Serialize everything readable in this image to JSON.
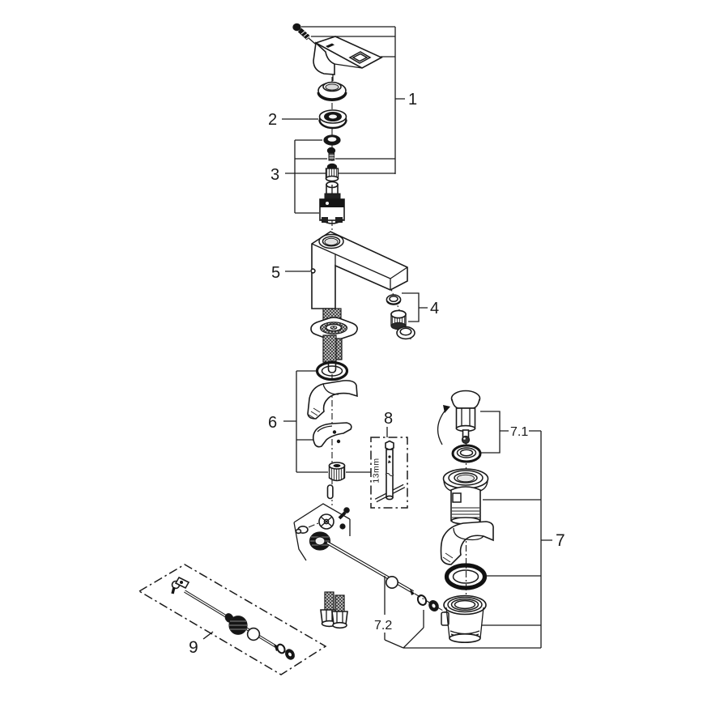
{
  "figure": {
    "kind": "exploded-parts-diagram",
    "subject": "single-lever basin mixer with pop-up waste",
    "colors": {
      "background": "#ffffff",
      "line": "#1a1a1a"
    },
    "callouts": {
      "c1": {
        "label": "1",
        "part": "lever-handle-assembly"
      },
      "c2": {
        "label": "2",
        "part": "cap-ring"
      },
      "c3": {
        "label": "3",
        "part": "cartridge-assembly"
      },
      "c4": {
        "label": "4",
        "part": "aerator-assembly"
      },
      "c5": {
        "label": "5",
        "part": "faucet-body"
      },
      "c6": {
        "label": "6",
        "part": "mounting-set"
      },
      "c7": {
        "label": "7",
        "part": "waste-drain-assembly"
      },
      "c71": {
        "label": "7.1",
        "part": "plug-with-seal"
      },
      "c72": {
        "label": "7.2",
        "part": "pop-up-rod-linkage"
      },
      "c8": {
        "label": "8",
        "part": "socket-wrench-tool"
      },
      "c9": {
        "label": "9",
        "part": "pop-up-rod-kit"
      }
    },
    "annotations": {
      "wrench_size": "13mm"
    }
  }
}
